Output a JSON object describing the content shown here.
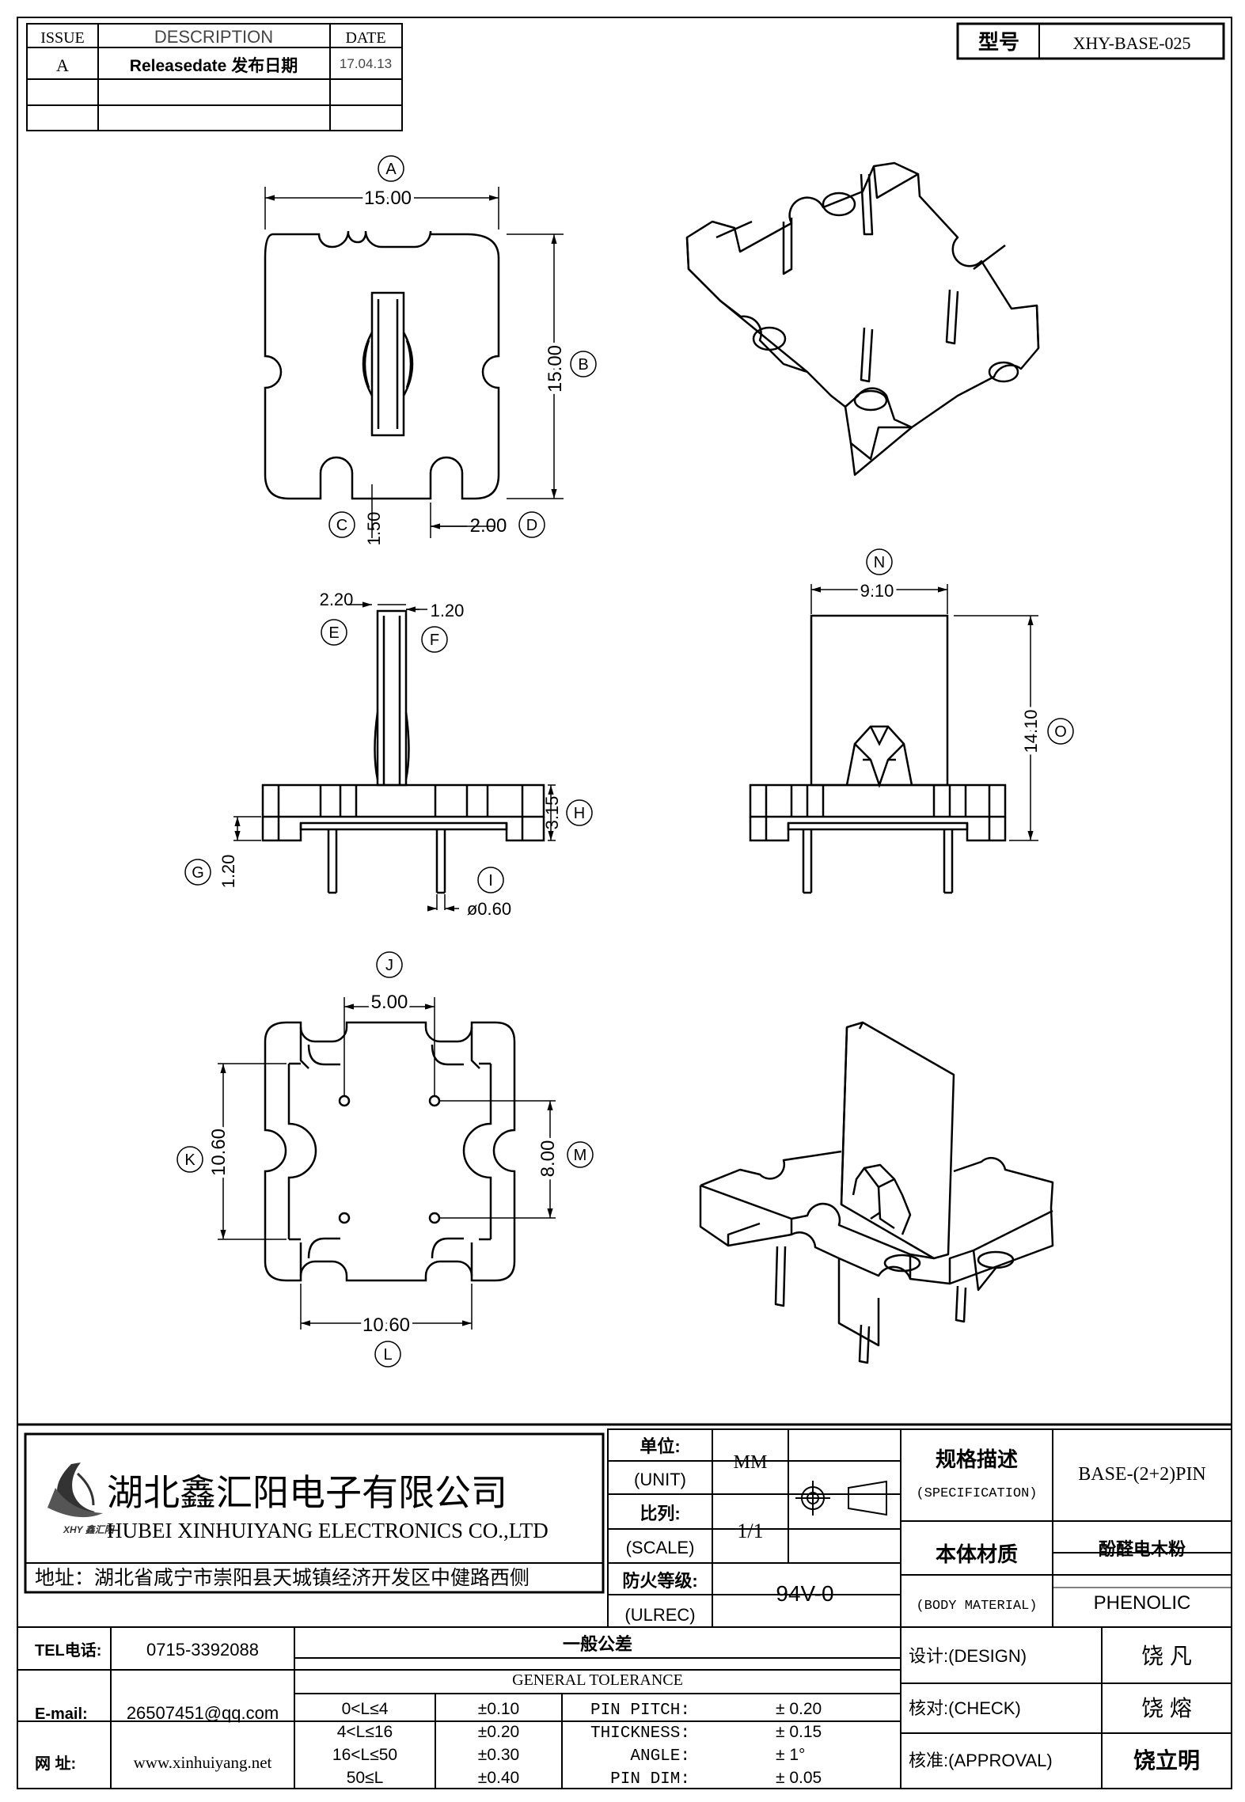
{
  "revision_table": {
    "headers": [
      "ISSUE",
      "DESCRIPTION",
      "DATE"
    ],
    "rows": [
      [
        "A",
        "Releasedate 发布日期",
        "17.04.13"
      ],
      [
        "",
        "",
        ""
      ],
      [
        "",
        "",
        ""
      ]
    ]
  },
  "model": {
    "label": "型号",
    "value": "XHY-BASE-025"
  },
  "dimensions": {
    "A": "A",
    "A_val": "15.00",
    "B": "B",
    "B_val": "15.00",
    "C": "C",
    "C_val": "1.50",
    "D": "D",
    "D_val": "2.00",
    "E": "E",
    "E_val": "2.20",
    "F": "F",
    "F_val": "1.20",
    "G": "G",
    "G_val": "1.20",
    "H": "H",
    "H_val": "3.15",
    "I": "I",
    "I_val": "ø0.60",
    "N": "N",
    "N_val": "9.10",
    "O": "O",
    "O_val": "14.10",
    "J": "J",
    "J_val": "5.00",
    "K": "K",
    "K_val": "10.60",
    "L": "L",
    "L_val": "10.60",
    "M": "M",
    "M_val": "8.00"
  },
  "title_block": {
    "company_cn": "湖北鑫汇阳电子有限公司",
    "company_en": "HUBEI XINHUIYANG ELECTRONICS CO.,LTD",
    "address": "地址：湖北省咸宁市崇阳县天城镇经济开发区中健路西侧",
    "unit_label": "单位:",
    "unit_label_en": "(UNIT)",
    "unit_value": "MM",
    "scale_label": "比列:",
    "scale_label_en": "(SCALE)",
    "scale_value": "1/1",
    "fire_label": "防火等级:",
    "fire_label_en": "(ULREC)",
    "fire_value": "94V-0",
    "spec_label": "规格描述",
    "spec_label_en": "(SPECIFICATION)",
    "spec_value": "BASE-(2+2)PIN",
    "material_label": "本体材质",
    "material_label_en": "(BODY MATERIAL)",
    "material_value_cn": "酚醛电木粉",
    "material_value_en": "PHENOLIC",
    "tel_label": "TEL电话:",
    "tel_value": "0715-3392088",
    "email_label": "E-mail:",
    "email_value": "26507451@qq.com",
    "web_label": "网  址:",
    "web_value": "www.xinhuiyang.net",
    "tol_title_cn": "一般公差",
    "tol_title_en": "GENERAL TOLERANCE",
    "tolerances": [
      {
        "range": "0<L≤4",
        "tol": "±0.10",
        "name": "PIN PITCH:",
        "val": "±  0.20"
      },
      {
        "range": "4<L≤16",
        "tol": "±0.20",
        "name": "THICKNESS:",
        "val": "±  0.15"
      },
      {
        "range": "16<L≤50",
        "tol": "±0.30",
        "name": "ANGLE:",
        "val": "±  1°"
      },
      {
        "range": "50≤L",
        "tol": "±0.40",
        "name": "PIN DIM:",
        "val": "±  0.05"
      }
    ],
    "design_label": "设计:(DESIGN)",
    "design_name": "饶  凡",
    "check_label": "核对:(CHECK)",
    "check_name": "饶  熔",
    "approval_label": "核准:(APPROVAL)",
    "approval_name": "饶立明",
    "logo_text": "XHY 鑫汇阳"
  }
}
